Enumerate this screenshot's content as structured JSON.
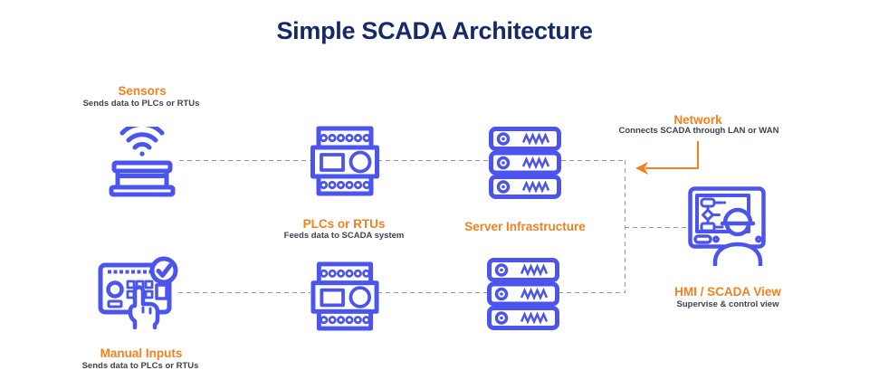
{
  "title": "Simple SCADA Architecture",
  "colors": {
    "title": "#16296B",
    "accent": "#F5801E",
    "icon": "#4B55EE",
    "subtitle": "#3C4350",
    "connector": "#94989E"
  },
  "nodes": {
    "sensors": {
      "label": "Sensors",
      "description": "Sends data to PLCs or RTUs",
      "icon": "wifi-sensor-icon"
    },
    "manual_inputs": {
      "label": "Manual Inputs",
      "description": "Sends data to PLCs or RTUs",
      "icon": "control-panel-hand-icon"
    },
    "plcs": {
      "label": "PLCs or RTUs",
      "description": "Feeds data to SCADA system",
      "icon": "plc-device-icon"
    },
    "servers": {
      "label": "Server Infrastructure",
      "icon": "server-rack-icon"
    },
    "network": {
      "label": "Network",
      "description": "Connects SCADA through LAN or WAN"
    },
    "hmi": {
      "label": "HMI / SCADA View",
      "description": "Supervise & control view",
      "icon": "operator-terminal-icon"
    }
  }
}
